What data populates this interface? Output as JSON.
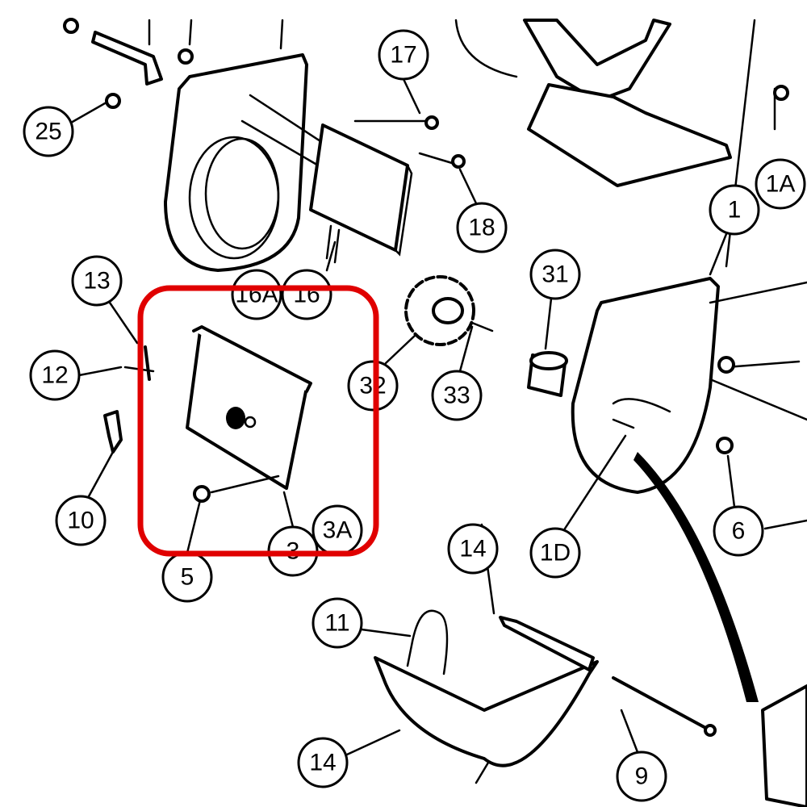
{
  "diagram": {
    "callouts": [
      "17",
      "25",
      "18",
      "1A",
      "1",
      "13",
      "16A",
      "16",
      "31",
      "12",
      "32",
      "33",
      "10",
      "5",
      "3",
      "3A",
      "14",
      "1D",
      "6",
      "11",
      "14",
      "9"
    ],
    "highlight_color": "#e00000"
  }
}
